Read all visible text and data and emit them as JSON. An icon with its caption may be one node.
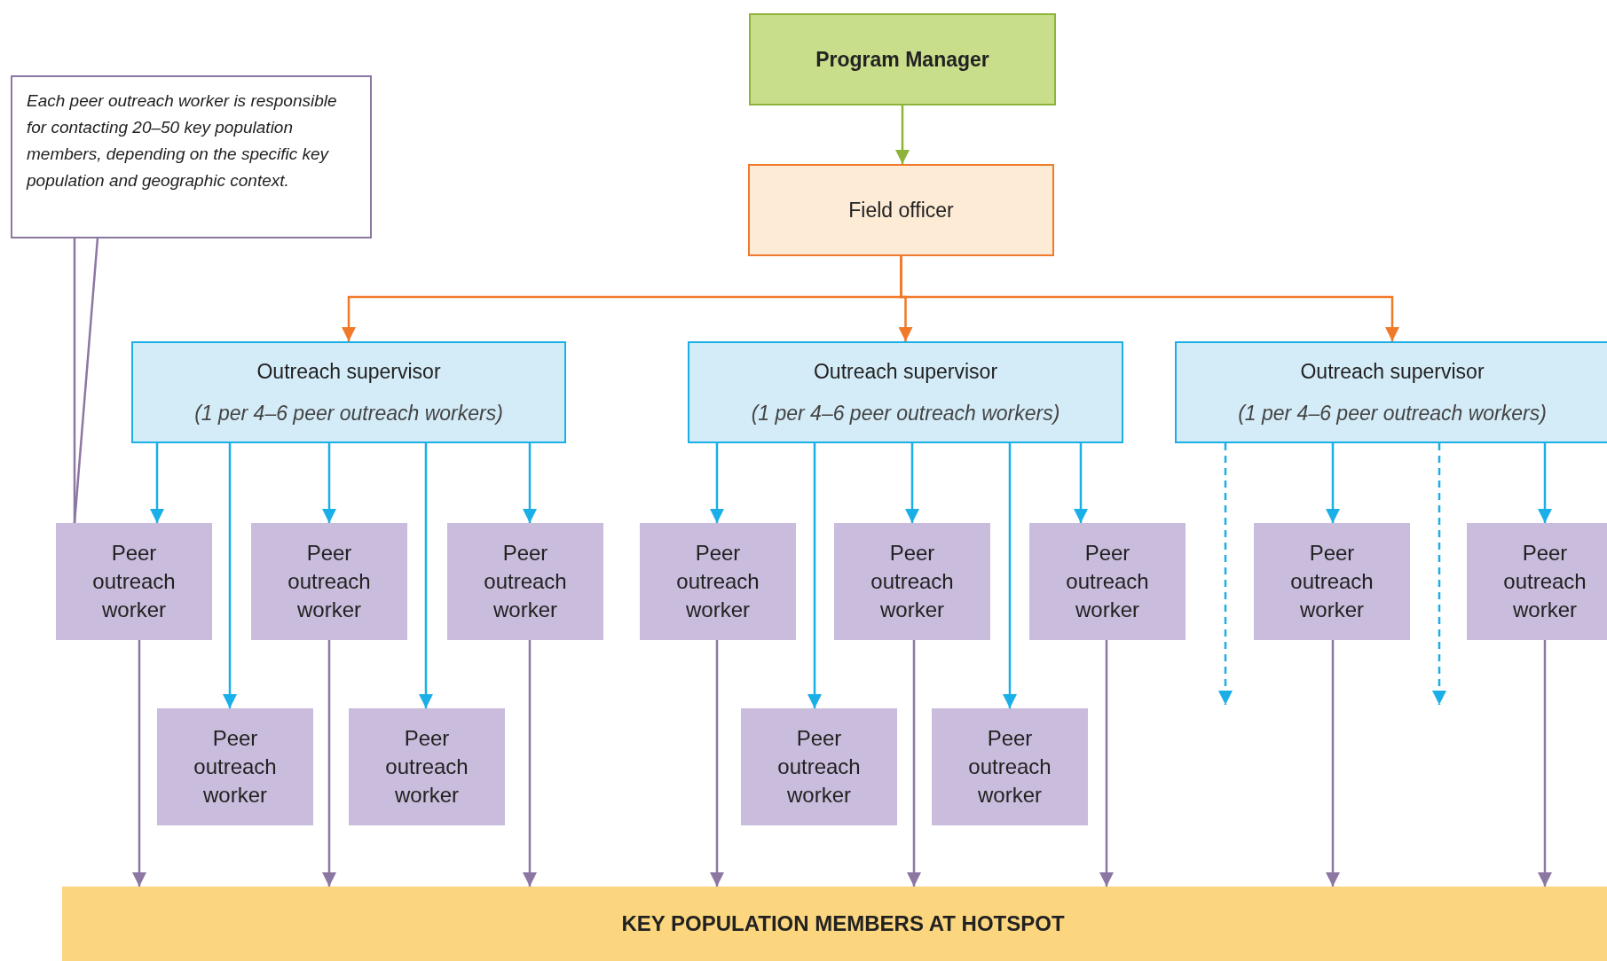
{
  "diagram": {
    "nodes": [
      {
        "text": [
          "Program Manager"
        ]
      },
      {
        "text": [
          "Each peer outreach worker is responsible for contacting 20–50 key population members, depending on the specific key population and geographic context."
        ]
      },
      {
        "text": [
          "Field officer"
        ]
      },
      {
        "text": [
          "Outreach supervisor",
          "(1 per 4–6 peer outreach workers)"
        ]
      },
      {
        "text": [
          "Outreach supervisor",
          "(1 per 4–6 peer outreach workers)"
        ]
      },
      {
        "text": [
          "Outreach supervisor",
          "(1 per 4–6 peer outreach workers)"
        ]
      },
      {
        "text": [
          "Peer outreach worker"
        ]
      },
      {
        "text": [
          "Peer outreach worker"
        ]
      },
      {
        "text": [
          "Peer outreach worker"
        ]
      },
      {
        "text": [
          "Peer outreach worker"
        ]
      },
      {
        "text": [
          "Peer outreach worker"
        ]
      },
      {
        "text": [
          "Peer outreach worker"
        ]
      },
      {
        "text": [
          "Peer outreach worker"
        ]
      },
      {
        "text": [
          "Peer outreach worker"
        ]
      },
      {
        "text": [
          "Peer outreach worker"
        ]
      },
      {
        "text": [
          "Peer outreach worker"
        ]
      },
      {
        "text": [
          "Peer outreach worker"
        ]
      },
      {
        "text": [
          "Peer outreach worker"
        ]
      },
      {
        "text": [
          "KEY POPULATION MEMBERS AT HOTSPOT"
        ]
      }
    ],
    "edges": [
      {
        "from": 0,
        "to": 2,
        "arrow": "to",
        "color": "#8db33a"
      },
      {
        "from": 2,
        "to": 3,
        "arrow": "to",
        "color": "#f07a2a"
      },
      {
        "from": 2,
        "to": 4,
        "arrow": "to",
        "color": "#f07a2a"
      },
      {
        "from": 2,
        "to": 5,
        "arrow": "to",
        "color": "#f07a2a"
      },
      {
        "from": 3,
        "to": 6,
        "arrow": "to"
      },
      {
        "from": 3,
        "to": 14,
        "arrow": "to"
      },
      {
        "from": 3,
        "to": 7,
        "arrow": "to"
      },
      {
        "from": 3,
        "to": 15,
        "arrow": "to"
      },
      {
        "from": 3,
        "to": 8,
        "arrow": "to"
      },
      {
        "from": 4,
        "to": 9,
        "arrow": "to"
      },
      {
        "from": 4,
        "to": 16,
        "arrow": "to"
      },
      {
        "from": 4,
        "to": 10,
        "arrow": "to"
      },
      {
        "from": 4,
        "to": 17,
        "arrow": "to"
      },
      {
        "from": 4,
        "to": 11,
        "arrow": "to"
      },
      {
        "from": 5,
        "to": null,
        "arrow": "to",
        "style": "dashed"
      },
      {
        "from": 5,
        "to": 12,
        "arrow": "to"
      },
      {
        "from": 5,
        "to": null,
        "arrow": "to",
        "style": "dashed"
      },
      {
        "from": 5,
        "to": 13,
        "arrow": "to"
      },
      {
        "from": 6,
        "to": 18,
        "arrow": "to",
        "color": "#8c77a3"
      },
      {
        "from": 7,
        "to": 18,
        "arrow": "to",
        "color": "#8c77a3"
      },
      {
        "from": 8,
        "to": 18,
        "arrow": "to",
        "color": "#8c77a3"
      },
      {
        "from": 9,
        "to": 18,
        "arrow": "to",
        "color": "#8c77a3"
      },
      {
        "from": 10,
        "to": 18,
        "arrow": "to",
        "color": "#8c77a3"
      },
      {
        "from": 11,
        "to": 18,
        "arrow": "to",
        "color": "#8c77a3"
      },
      {
        "from": 12,
        "to": 18,
        "arrow": "to",
        "color": "#8c77a3"
      },
      {
        "from": 13,
        "to": 18,
        "arrow": "to",
        "color": "#8c77a3"
      },
      {
        "from": 1,
        "to": 6,
        "arrow": "none",
        "color": "#8c77a3"
      }
    ]
  }
}
